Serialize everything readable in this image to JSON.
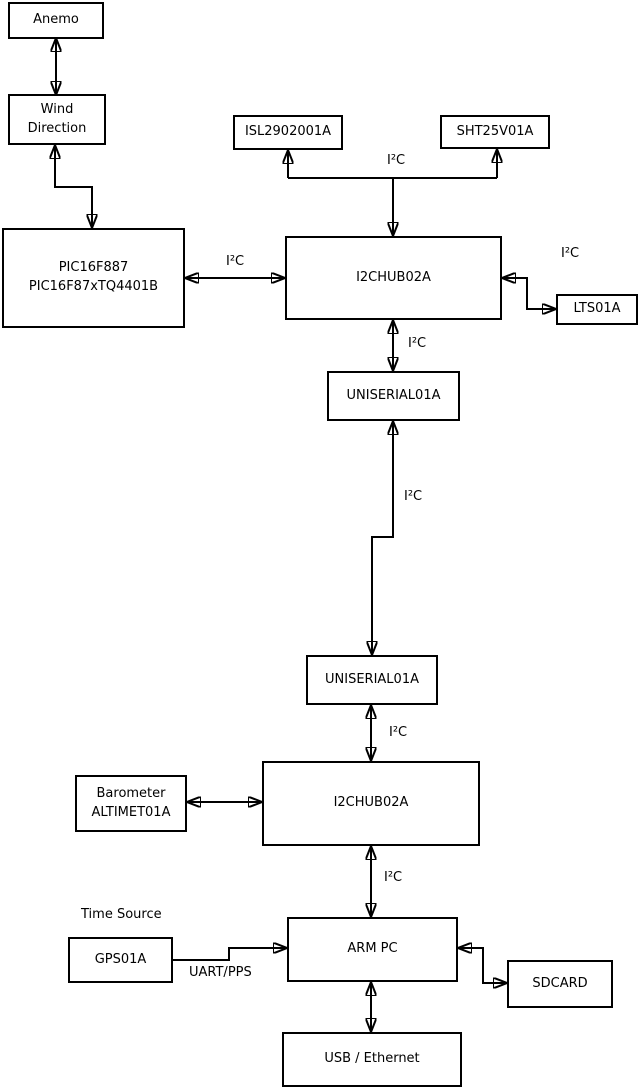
{
  "diagram": {
    "boxes": {
      "anemo": "Anemo",
      "wind_direction": "Wind\nDirection",
      "pic": "PIC16F887\nPIC16F87xTQ4401B",
      "isl": "ISL2902001A",
      "sht": "SHT25V01A",
      "i2chub_top": "I2CHUB02A",
      "lts": "LTS01A",
      "uniserial_top": "UNISERIAL01A",
      "uniserial_bottom": "UNISERIAL01A",
      "barometer": "Barometer\nALTIMET01A",
      "i2chub_bottom": "I2CHUB02A",
      "arm_pc": "ARM PC",
      "gps": "GPS01A",
      "sdcard": "SDCARD",
      "usb_ethernet": "USB / Ethernet"
    },
    "bus_labels": {
      "i2c": "I²C",
      "uart_pps": "UART/PPS",
      "time_source": "Time Source"
    },
    "colors": {
      "line": "#000000",
      "box_border": "#000000",
      "background": "#ffffff",
      "text": "#000000"
    }
  }
}
